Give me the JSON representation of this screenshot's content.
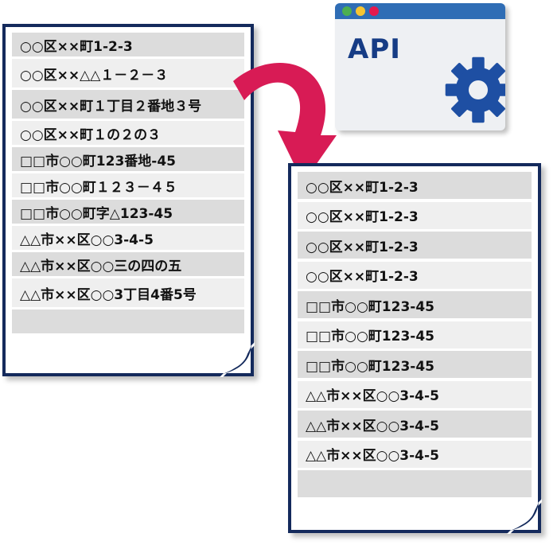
{
  "source_list": {
    "rows": [
      {
        "text": "○○区××町1-2-3"
      },
      {
        "text": "○○区××△△１－２－３"
      },
      {
        "text": "○○区××町１丁目２番地３号"
      },
      {
        "text": "○○区××町１の２の３"
      },
      {
        "text": "□□市○○町123番地-45"
      },
      {
        "text": "□□市○○町１２３－４５"
      },
      {
        "text": "□□市○○町字△123-45"
      },
      {
        "text": "△△市××区○○3-4-5"
      },
      {
        "text": "△△市××区○○三の四の五"
      },
      {
        "text": "△△市××区○○3丁目4番5号"
      },
      {
        "text": ""
      }
    ]
  },
  "api_window": {
    "label": "API",
    "titlebar_color": "#2f6db5",
    "dots": [
      "#4caf50",
      "#f7c531",
      "#e5194e"
    ],
    "icon": "gear-icon"
  },
  "arrow": {
    "color": "#d81b55"
  },
  "result_list": {
    "rows": [
      {
        "text": "○○区××町1-2-3"
      },
      {
        "text": "○○区××町1-2-3"
      },
      {
        "text": "○○区××町1-2-3"
      },
      {
        "text": "○○区××町1-2-3"
      },
      {
        "text": "□□市○○町123-45"
      },
      {
        "text": "□□市○○町123-45"
      },
      {
        "text": "□□市○○町123-45"
      },
      {
        "text": "△△市××区○○3-4-5"
      },
      {
        "text": "△△市××区○○3-4-5"
      },
      {
        "text": "△△市××区○○3-4-5"
      },
      {
        "text": ""
      }
    ]
  }
}
